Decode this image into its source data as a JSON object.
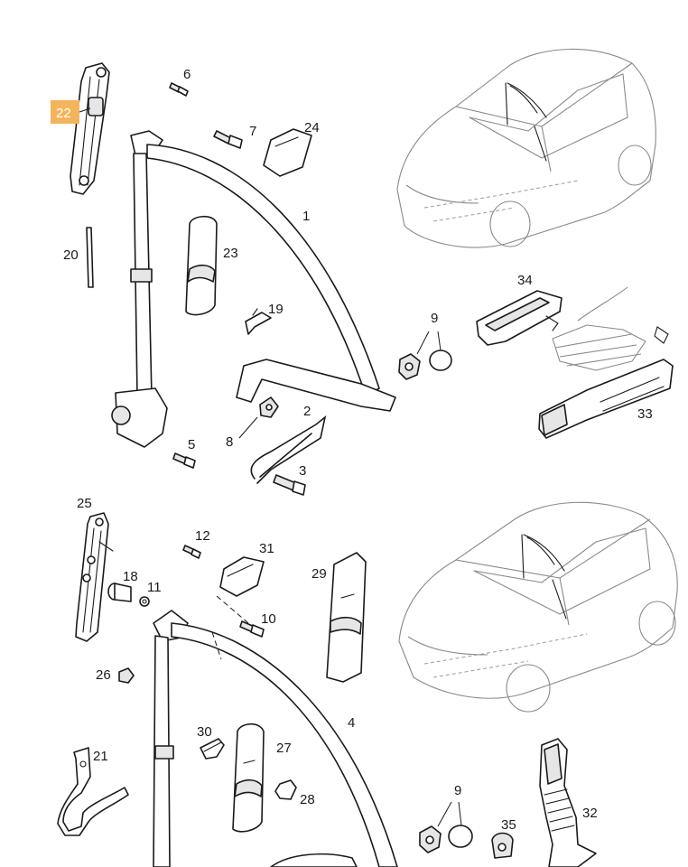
{
  "callouts": {
    "c22": "22",
    "c6": "6",
    "c7": "7",
    "c24": "24",
    "c1": "1",
    "c20": "20",
    "c23": "23",
    "c19": "19",
    "c9a": "9",
    "c34": "34",
    "c2": "2",
    "c8": "8",
    "c5": "5",
    "c3": "3",
    "c33": "33",
    "c25": "25",
    "c12": "12",
    "c31": "31",
    "c18": "18",
    "c11": "11",
    "c10": "10",
    "c29": "29",
    "c26": "26",
    "c4": "4",
    "c30": "30",
    "c27": "27",
    "c21": "21",
    "c28": "28",
    "c9b": "9",
    "c35": "35",
    "c32": "32"
  },
  "highlight": {
    "part": "22",
    "color": "#f3b45c"
  }
}
